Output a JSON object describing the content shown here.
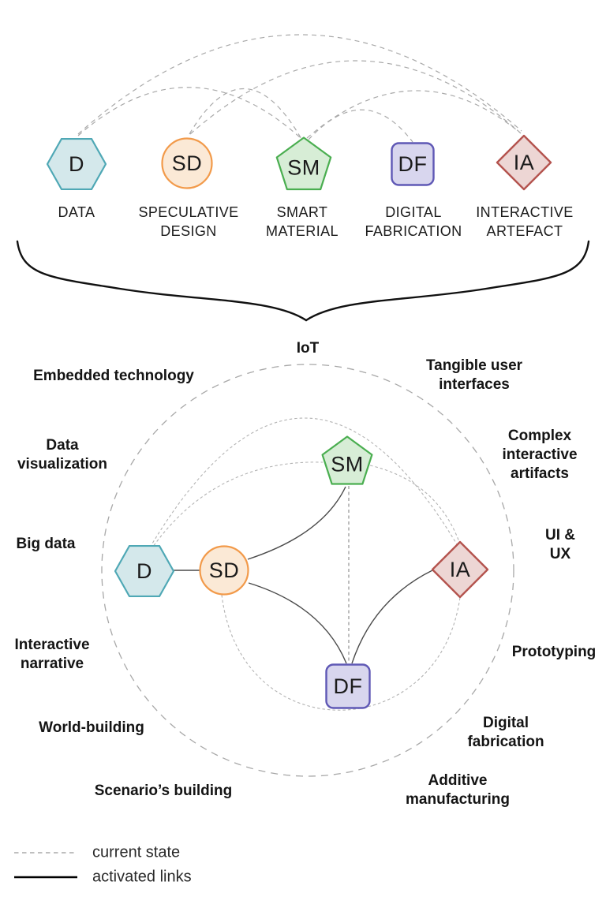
{
  "top_row": {
    "nodes": [
      {
        "id": "d",
        "letter": "D",
        "caption": "DATA",
        "shape": "hexagon",
        "fill": "#d4e8eb",
        "stroke": "#4fa8b5"
      },
      {
        "id": "sd",
        "letter": "SD",
        "caption": "SPECULATIVE\nDESIGN",
        "shape": "circle",
        "fill": "#fbe9d6",
        "stroke": "#f29a4a"
      },
      {
        "id": "sm",
        "letter": "SM",
        "caption": "SMART\nMATERIAL",
        "shape": "pentagon",
        "fill": "#d7edd6",
        "stroke": "#4aae50"
      },
      {
        "id": "df",
        "letter": "DF",
        "caption": "DIGITAL\nFABRICATION",
        "shape": "square",
        "fill": "#d8d6ee",
        "stroke": "#5f58b5"
      },
      {
        "id": "ia",
        "letter": "IA",
        "caption": "INTERACTIVE\nARTEFACT",
        "shape": "diamond",
        "fill": "#edd6d4",
        "stroke": "#b4534e"
      }
    ],
    "dashed_links": [
      "D-SM",
      "D-IA",
      "SD-SM",
      "SD-IA",
      "SM-IA",
      "SM-DF"
    ]
  },
  "map": {
    "nodes": [
      {
        "id": "d",
        "letter": "D"
      },
      {
        "id": "sd",
        "letter": "SD"
      },
      {
        "id": "sm",
        "letter": "SM"
      },
      {
        "id": "df",
        "letter": "DF"
      },
      {
        "id": "ia",
        "letter": "IA"
      }
    ],
    "solid_links": [
      "D-SD",
      "SD-SM",
      "SD-DF",
      "DF-IA"
    ],
    "dashed_links": [
      "D-SM",
      "SM-IA",
      "D-IA",
      "SD-IA",
      "SM-DF"
    ],
    "keywords": [
      {
        "text": "IoT"
      },
      {
        "text": "Embedded technology"
      },
      {
        "text": "Tangible user interfaces"
      },
      {
        "text": "Data\nvisualization"
      },
      {
        "text": "Complex\ninteractive\nartifacts"
      },
      {
        "text": "Big data"
      },
      {
        "text": "UI & UX"
      },
      {
        "text": "Interactive\nnarrative"
      },
      {
        "text": "Prototyping"
      },
      {
        "text": "World-building"
      },
      {
        "text": "Digital\nfabrication"
      },
      {
        "text": "Scenario’s building"
      },
      {
        "text": "Additive manufacturing"
      }
    ]
  },
  "legend": {
    "items": [
      {
        "style": "dashed",
        "label": "current state"
      },
      {
        "style": "solid",
        "label": "activated links"
      }
    ],
    "colors": {
      "dashed": "#a9a9a9",
      "solid": "#000000",
      "ink": "#111111"
    }
  }
}
